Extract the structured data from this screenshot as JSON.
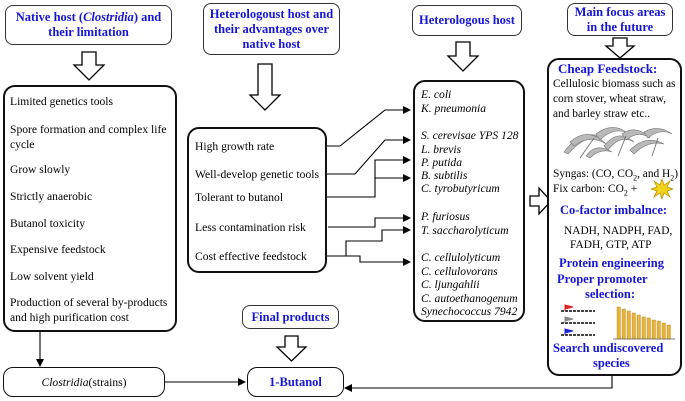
{
  "headers": {
    "native": [
      "Native host (",
      "Clostridia",
      ") and",
      "their limitation"
    ],
    "heterologous_adv": [
      "Heterologoust host and",
      "their advantages over",
      "native host"
    ],
    "heterologous_host": "Heterologous host",
    "future": [
      "Main focus areas",
      "in the future"
    ],
    "final": "Final products"
  },
  "limitations": [
    "Limited genetics tools",
    "Spore formation and complex life",
    "cycle",
    "Grow slowly",
    "Strictly anaerobic",
    "Butanol toxicity",
    "Expensive feedstock",
    "Low solvent yield",
    "Production of several by-products",
    "and high purification cost"
  ],
  "advantages": [
    "High growth rate",
    "Well-develop genetic tools",
    "Tolerant to butanol",
    "Less contamination risk",
    "Cost effective feedstock"
  ],
  "hosts": [
    "E. coli",
    "K. pneumonia",
    "S. cerevisae YPS 128",
    "L. brevis",
    "P. putida",
    "B. subtilis",
    "C. tyrobutyricum",
    "P. furiosus",
    "T. saccharolyticum",
    "C. cellulolyticum",
    "C. cellulovorans",
    "C. ljungahlii",
    "C. autoethanogenum",
    "Synechococcus 7942"
  ],
  "future": {
    "cheap_title": "Cheap Feedstock:",
    "cheap_lines": [
      "Cellulosic biomass such as",
      "corn stover, wheat straw,",
      "and barley straw etc.."
    ],
    "syngas": [
      "Syngas: (CO, CO",
      "2",
      ", and H",
      "2",
      ")"
    ],
    "fix_carbon": [
      "Fix carbon: CO",
      "2",
      " + "
    ],
    "cofactor_title": "Co-factor imbalnce:",
    "cofactor_lines": [
      "NADH, NADPH, FAD,",
      "FADH, GTP, ATP"
    ],
    "protein_lines": [
      "Protein engineering",
      "Proper promoter",
      "selection:"
    ],
    "search_lines": [
      "Search undiscovered",
      "species"
    ]
  },
  "bottom": {
    "clostridia_it": "Clostridia",
    "clostridia_rest": " (strains)",
    "butanol": "1-Butanol"
  },
  "colors": {
    "header_text": "#1515d8",
    "sun": "#f2d21a",
    "bars": "#e6b43c"
  }
}
